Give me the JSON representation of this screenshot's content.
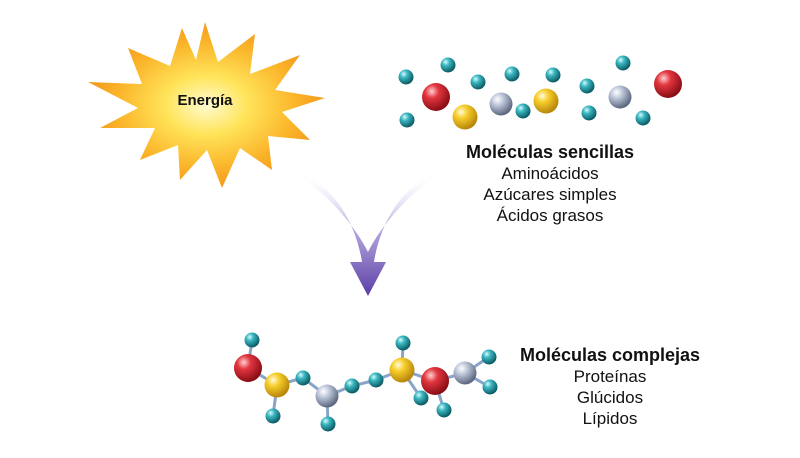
{
  "energy": {
    "label": "Energía"
  },
  "simple": {
    "title": "Moléculas sencillas",
    "items": [
      "Aminoácidos",
      "Azúcares simples",
      "Ácidos grasos"
    ]
  },
  "complex": {
    "title": "Moléculas complejas",
    "items": [
      "Proteínas",
      "Glúcidos",
      "Lípidos"
    ]
  },
  "colors": {
    "sun_outer": "#f6a21b",
    "sun_inner": "#fff7a0",
    "arrow": "#5b3fa6",
    "atom_teal": "#1f8f99",
    "atom_red": "#d2202c",
    "atom_yellow": "#f2c21c",
    "atom_grey": "#a9b4c8",
    "bond": "#8aa4c8"
  }
}
